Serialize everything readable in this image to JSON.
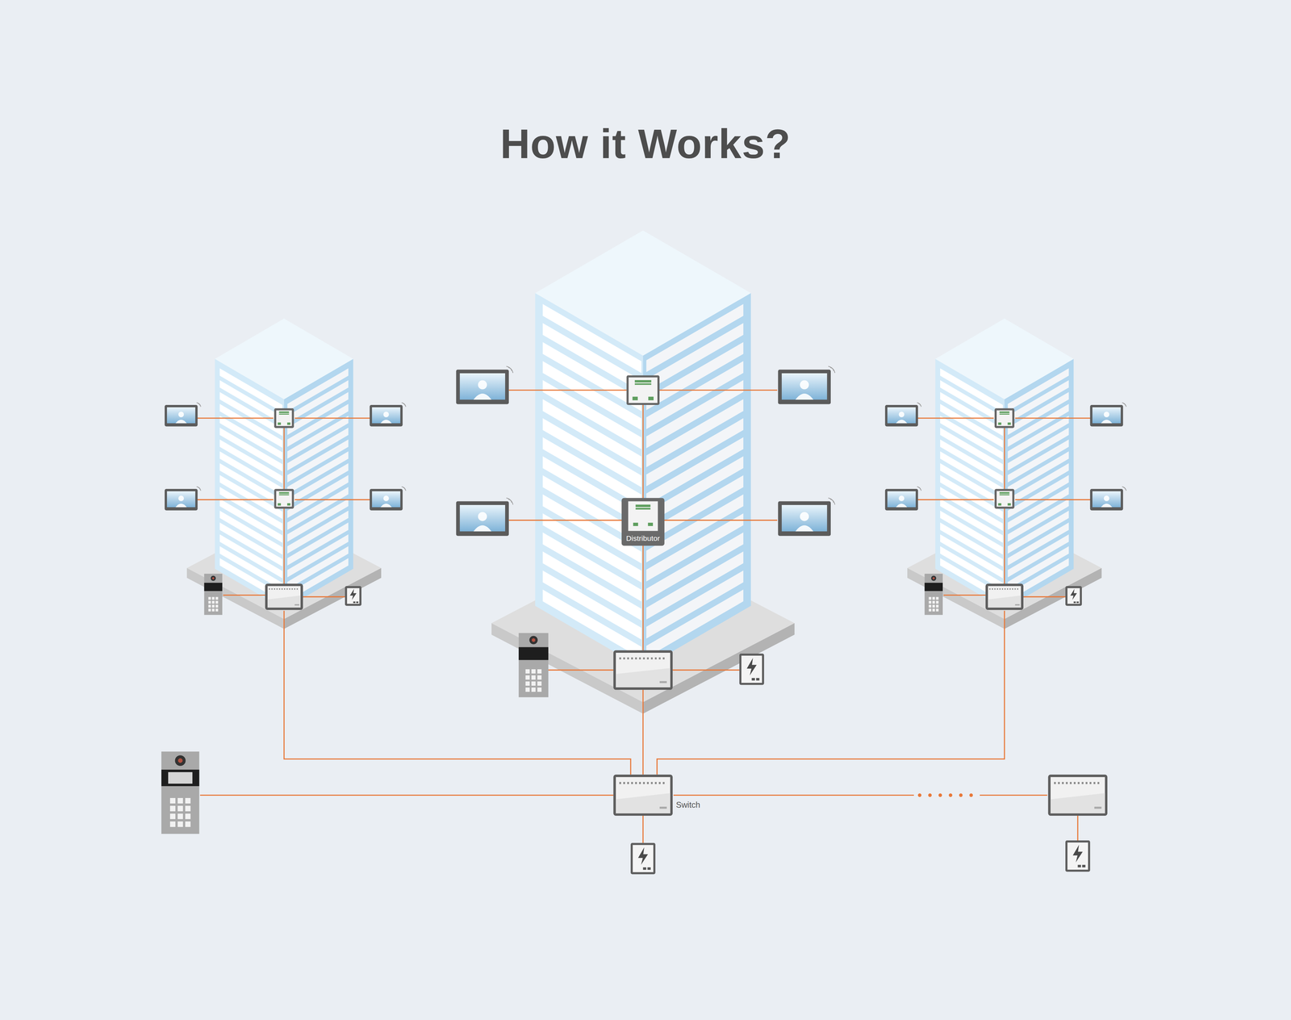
{
  "diagram": {
    "title": "How it Works?",
    "nodes": [
      {
        "text": [
          "Distributor"
        ]
      },
      {
        "text": [
          "Switch"
        ]
      }
    ]
  }
}
